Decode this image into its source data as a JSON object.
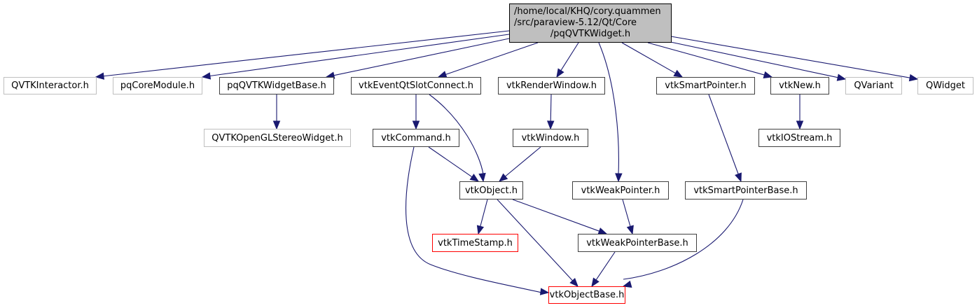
{
  "graph": {
    "title": "Include dependency graph for pqQVTKWidget.h",
    "edge_color": "#191970",
    "root": {
      "id": "root",
      "label_lines": [
        "/home/local/KHQ/cory.quammen",
        "/src/paraview-5.12/Qt/Core",
        "/pqQVTKWidget.h"
      ],
      "fill": "#bfbfbf"
    },
    "nodes": [
      {
        "id": "QVTKInteractor",
        "label": "QVTKInteractor.h",
        "style": "external"
      },
      {
        "id": "pqCoreModule",
        "label": "pqCoreModule.h",
        "style": "external"
      },
      {
        "id": "pqQVTKWidgetBase",
        "label": "pqQVTKWidgetBase.h",
        "style": "documented"
      },
      {
        "id": "vtkEventQtSlotConnect",
        "label": "vtkEventQtSlotConnect.h",
        "style": "documented"
      },
      {
        "id": "vtkRenderWindow",
        "label": "vtkRenderWindow.h",
        "style": "documented"
      },
      {
        "id": "vtkSmartPointer",
        "label": "vtkSmartPointer.h",
        "style": "documented"
      },
      {
        "id": "vtkNew",
        "label": "vtkNew.h",
        "style": "documented"
      },
      {
        "id": "QVariant",
        "label": "QVariant",
        "style": "external"
      },
      {
        "id": "QWidget",
        "label": "QWidget",
        "style": "external"
      },
      {
        "id": "QVTKOpenGLStereoWidget",
        "label": "QVTKOpenGLStereoWidget.h",
        "style": "external"
      },
      {
        "id": "vtkCommand",
        "label": "vtkCommand.h",
        "style": "documented"
      },
      {
        "id": "vtkWindow",
        "label": "vtkWindow.h",
        "style": "documented"
      },
      {
        "id": "vtkIOStream",
        "label": "vtkIOStream.h",
        "style": "documented"
      },
      {
        "id": "vtkObject",
        "label": "vtkObject.h",
        "style": "documented"
      },
      {
        "id": "vtkWeakPointer",
        "label": "vtkWeakPointer.h",
        "style": "documented"
      },
      {
        "id": "vtkSmartPointerBase",
        "label": "vtkSmartPointerBase.h",
        "style": "documented"
      },
      {
        "id": "vtkTimeStamp",
        "label": "vtkTimeStamp.h",
        "style": "truncated"
      },
      {
        "id": "vtkWeakPointerBase",
        "label": "vtkWeakPointerBase.h",
        "style": "documented"
      },
      {
        "id": "vtkObjectBase",
        "label": "vtkObjectBase.h",
        "style": "truncated"
      }
    ],
    "edges": [
      [
        "root",
        "QVTKInteractor"
      ],
      [
        "root",
        "pqCoreModule"
      ],
      [
        "root",
        "pqQVTKWidgetBase"
      ],
      [
        "root",
        "vtkEventQtSlotConnect"
      ],
      [
        "root",
        "vtkRenderWindow"
      ],
      [
        "root",
        "vtkWeakPointer"
      ],
      [
        "root",
        "vtkSmartPointer"
      ],
      [
        "root",
        "vtkNew"
      ],
      [
        "root",
        "QVariant"
      ],
      [
        "root",
        "QWidget"
      ],
      [
        "pqQVTKWidgetBase",
        "QVTKOpenGLStereoWidget"
      ],
      [
        "vtkEventQtSlotConnect",
        "vtkCommand"
      ],
      [
        "vtkEventQtSlotConnect",
        "vtkObject"
      ],
      [
        "vtkRenderWindow",
        "vtkWindow"
      ],
      [
        "vtkNew",
        "vtkIOStream"
      ],
      [
        "vtkSmartPointer",
        "vtkSmartPointerBase"
      ],
      [
        "vtkCommand",
        "vtkObject"
      ],
      [
        "vtkCommand",
        "vtkObjectBase"
      ],
      [
        "vtkWindow",
        "vtkObject"
      ],
      [
        "vtkObject",
        "vtkTimeStamp"
      ],
      [
        "vtkObject",
        "vtkWeakPointerBase"
      ],
      [
        "vtkObject",
        "vtkObjectBase"
      ],
      [
        "vtkWeakPointer",
        "vtkWeakPointerBase"
      ],
      [
        "vtkWeakPointerBase",
        "vtkObjectBase"
      ],
      [
        "vtkSmartPointerBase",
        "vtkObjectBase"
      ]
    ],
    "border_colors": {
      "root": "#000000",
      "documented": "#404040",
      "external": "#bfbfbf",
      "truncated": "#ff0000"
    }
  }
}
